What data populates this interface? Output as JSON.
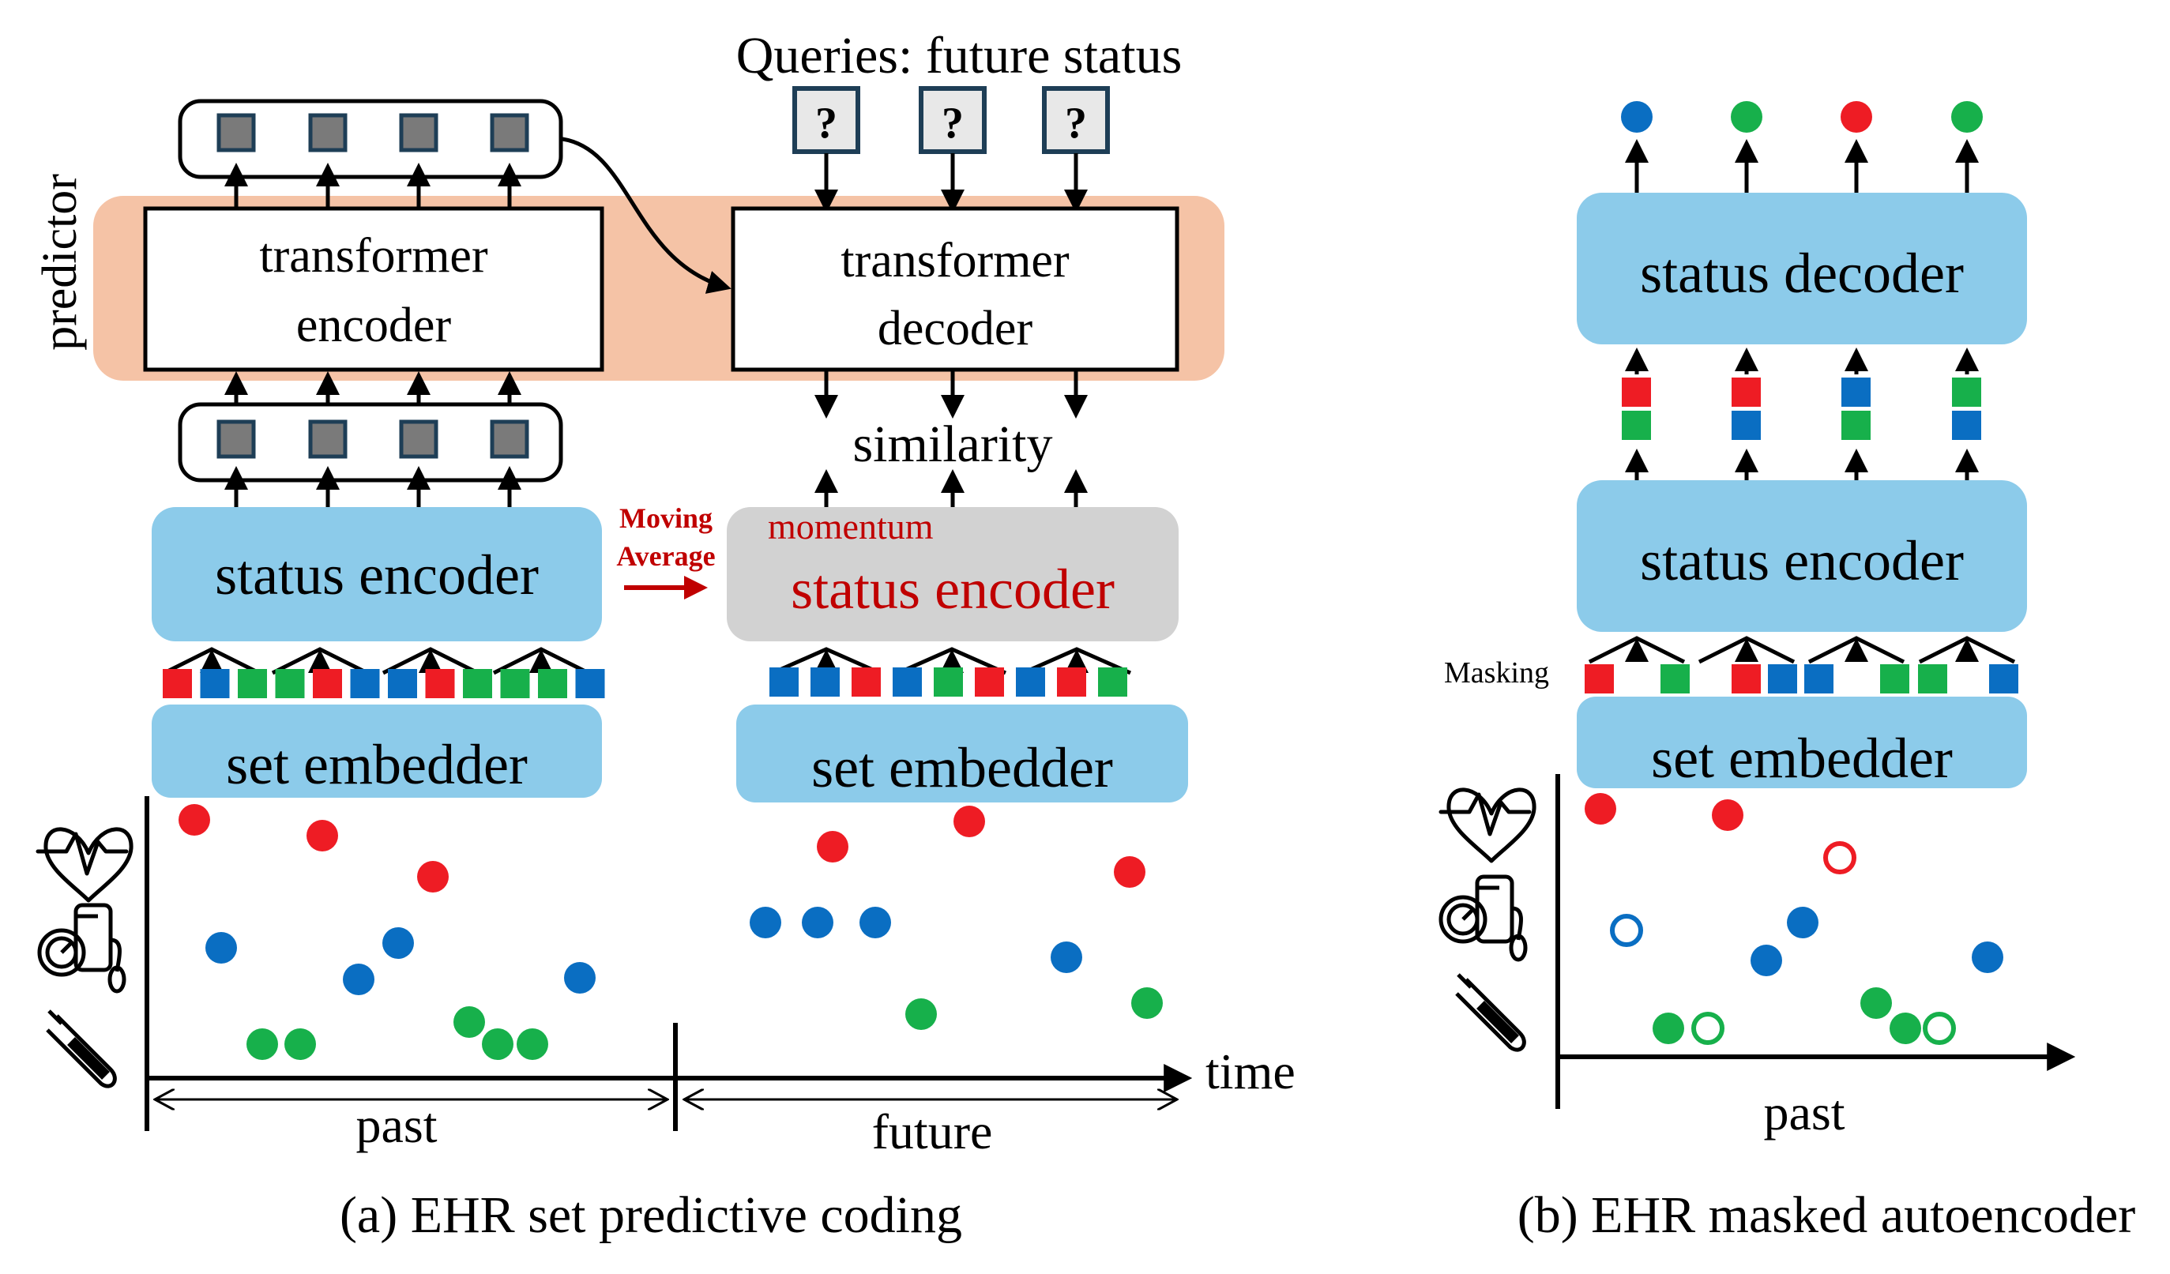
{
  "panel_a": {
    "caption": "(a) EHR set predictive coding",
    "predictor_label": "predictor",
    "queries_label": "Queries: future status",
    "query_symbol": "?",
    "transformer_encoder": [
      "transformer",
      "encoder"
    ],
    "transformer_decoder": [
      "transformer",
      "decoder"
    ],
    "similarity_label": "similarity",
    "status_encoder_label": "status encoder",
    "moving_average_label": [
      "Moving",
      "Average"
    ],
    "momentum_label": "momentum",
    "momentum_encoder_label": "status encoder",
    "set_embedder_left": "set embedder",
    "set_embedder_right": "set embedder",
    "time_label": "time",
    "past_label": "past",
    "future_label": "future",
    "past_tokens": [
      "red",
      "blue",
      "green",
      "green",
      "red",
      "blue",
      "blue",
      "red",
      "green",
      "green",
      "green",
      "blue"
    ],
    "future_tokens": [
      "blue",
      "blue",
      "red",
      "blue",
      "green",
      "red",
      "blue",
      "red",
      "green"
    ],
    "past_events": [
      {
        "color": "red",
        "filled": true
      },
      {
        "color": "red",
        "filled": true
      },
      {
        "color": "red",
        "filled": true
      },
      {
        "color": "blue",
        "filled": true
      },
      {
        "color": "blue",
        "filled": true
      },
      {
        "color": "blue",
        "filled": true
      },
      {
        "color": "blue",
        "filled": true
      },
      {
        "color": "green",
        "filled": true
      },
      {
        "color": "green",
        "filled": true
      },
      {
        "color": "green",
        "filled": true
      },
      {
        "color": "green",
        "filled": true
      },
      {
        "color": "green",
        "filled": true
      }
    ],
    "future_events": [
      {
        "color": "red",
        "filled": true
      },
      {
        "color": "red",
        "filled": true
      },
      {
        "color": "red",
        "filled": true
      },
      {
        "color": "blue",
        "filled": true
      },
      {
        "color": "blue",
        "filled": true
      },
      {
        "color": "blue",
        "filled": true
      },
      {
        "color": "blue",
        "filled": true
      },
      {
        "color": "green",
        "filled": true
      },
      {
        "color": "green",
        "filled": true
      }
    ]
  },
  "panel_b": {
    "caption": "(b) EHR masked autoencoder",
    "status_decoder_label": "status decoder",
    "status_encoder_label": "status encoder",
    "set_embedder_label": "set embedder",
    "masking_label": "Masking",
    "past_label": "past",
    "output_dots": [
      "blue",
      "green",
      "red",
      "green"
    ],
    "token_pairs": [
      [
        "red",
        "green"
      ],
      [
        "red",
        "blue"
      ],
      [
        "blue",
        "green"
      ],
      [
        "green",
        "blue"
      ]
    ],
    "tokens": [
      "red",
      "green",
      "red",
      "blue",
      "blue",
      "green",
      "green",
      "blue"
    ],
    "events": [
      {
        "color": "red",
        "filled": true
      },
      {
        "color": "red",
        "filled": true
      },
      {
        "color": "red",
        "filled": false
      },
      {
        "color": "blue",
        "filled": false
      },
      {
        "color": "blue",
        "filled": true
      },
      {
        "color": "blue",
        "filled": true
      },
      {
        "color": "blue",
        "filled": true
      },
      {
        "color": "green",
        "filled": true
      },
      {
        "color": "green",
        "filled": false
      },
      {
        "color": "green",
        "filled": true
      },
      {
        "color": "green",
        "filled": true
      },
      {
        "color": "green",
        "filled": false
      }
    ]
  },
  "icons": [
    "heart-rate-icon",
    "blood-pressure-icon",
    "test-tube-icon"
  ],
  "colors": {
    "red": "#ee1c24",
    "blue": "#0a6ec2",
    "green": "#17b04b",
    "light_blue": "#8ccbea",
    "predictor_band": "#f5c3a6",
    "momentum_gray": "#d2d2d2",
    "dark_red": "#c00000",
    "token_gray": "#7a7a7a",
    "token_border": "#1e3e56",
    "query_fill": "#e8e8e8"
  }
}
